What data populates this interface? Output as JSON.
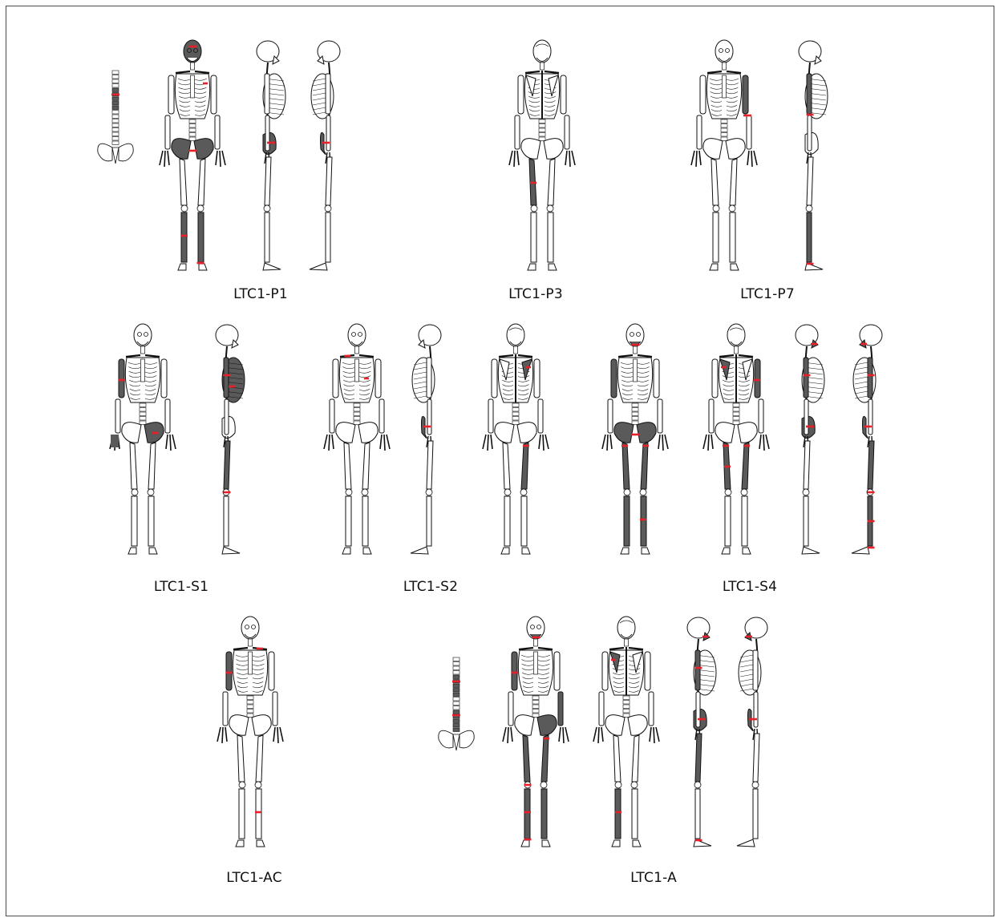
{
  "figure": {
    "colors": {
      "bone_fill": "#ffffff",
      "bone_stroke": "#111111",
      "preserved_fill": "#5a5a5a",
      "cut_mark": "#e8202a"
    },
    "individuals": [
      {
        "label": "LTC1-P1",
        "views": [
          {
            "kind": "spine",
            "preserved": [
              "t-mid"
            ],
            "marks": [
              "t-mid"
            ]
          },
          {
            "kind": "front",
            "preserved": [
              "skull",
              "pelvis-l",
              "pelvis-r",
              "tibia-l",
              "tibia-r"
            ],
            "marks": [
              "skull",
              "scapula-l",
              "pelvis",
              "tibia-r",
              "ankle-l"
            ]
          },
          {
            "kind": "side-r",
            "preserved": [
              "pelvis"
            ],
            "marks": [
              "pelvis"
            ]
          },
          {
            "kind": "side-l",
            "preserved": [
              "pelvis"
            ],
            "marks": [
              "pelvis"
            ]
          }
        ]
      },
      {
        "label": "LTC1-P3",
        "views": [
          {
            "kind": "back",
            "preserved": [
              "femur-r"
            ],
            "marks": [
              "femur-r"
            ]
          }
        ]
      },
      {
        "label": "LTC1-P7",
        "views": [
          {
            "kind": "front",
            "preserved": [
              "humerus-l"
            ],
            "marks": [
              "elbow-l"
            ]
          },
          {
            "kind": "side-r",
            "preserved": [
              "humerus",
              "tibia"
            ],
            "marks": [
              "elbow",
              "ankle"
            ]
          }
        ]
      },
      {
        "label": "LTC1-S1",
        "views": [
          {
            "kind": "front",
            "preserved": [
              "humerus-r",
              "hand-r",
              "pelvis-l"
            ],
            "marks": [
              "humerus-r",
              "pelvis-l"
            ]
          },
          {
            "kind": "side-r",
            "preserved": [
              "humerus",
              "ribs-front",
              "femur"
            ],
            "marks": [
              "humerus",
              "ribs",
              "knee"
            ]
          }
        ]
      },
      {
        "label": "LTC1-S2",
        "views": [
          {
            "kind": "front",
            "preserved": [],
            "marks": [
              "clavicle-r",
              "ribs-l"
            ]
          },
          {
            "kind": "side-l",
            "preserved": [
              "pelvis"
            ],
            "marks": [
              "pelvis"
            ]
          },
          {
            "kind": "back",
            "preserved": [
              "scapula-l",
              "femur-l"
            ],
            "marks": [
              "scapula-l",
              "hip-l"
            ]
          }
        ]
      },
      {
        "label": "LTC1-S4",
        "views": [
          {
            "kind": "front",
            "preserved": [
              "mandible",
              "humerus-r",
              "pelvis-l",
              "pelvis-r",
              "femur-l",
              "femur-r",
              "tibia-l",
              "tibia-r"
            ],
            "marks": [
              "mandible",
              "pelvis",
              "hip-l",
              "hip-r",
              "tibia-l"
            ]
          },
          {
            "kind": "back",
            "preserved": [
              "scapula-r",
              "humerus-l",
              "femur-l",
              "femur-r"
            ],
            "marks": [
              "scapula-r",
              "humerus-l",
              "hip-l",
              "hip-r",
              "femur-r"
            ]
          },
          {
            "kind": "side-r",
            "preserved": [
              "mandible",
              "humerus",
              "pelvis"
            ],
            "marks": [
              "mandible",
              "humerus",
              "pelvis"
            ]
          },
          {
            "kind": "side-l",
            "preserved": [
              "mandible",
              "humerus",
              "pelvis",
              "femur",
              "tibia"
            ],
            "marks": [
              "mandible",
              "humerus",
              "pelvis",
              "knee",
              "tibia",
              "ankle"
            ]
          }
        ]
      },
      {
        "label": "LTC1-AC",
        "views": [
          {
            "kind": "front",
            "preserved": [
              "humerus-r"
            ],
            "marks": [
              "humerus-r",
              "clavicle-l",
              "tibia-l"
            ]
          }
        ]
      },
      {
        "label": "LTC1-A",
        "views": [
          {
            "kind": "spine",
            "preserved": [
              "t-mid",
              "lumbar"
            ],
            "marks": [
              "t-mid",
              "lumbar"
            ]
          },
          {
            "kind": "front",
            "preserved": [
              "mandible",
              "humerus-r",
              "pelvis-l",
              "femur-l",
              "femur-r",
              "tibia-l",
              "tibia-r",
              "radius-l"
            ],
            "marks": [
              "mandible",
              "humerus-r",
              "hip-l",
              "knee-r",
              "tibia-r",
              "ankle-r"
            ]
          },
          {
            "kind": "back",
            "preserved": [
              "scapula-r",
              "tibia-r"
            ],
            "marks": [
              "scapula-r",
              "tibia-r"
            ]
          },
          {
            "kind": "side-r",
            "preserved": [
              "mandible",
              "humerus",
              "femur",
              "pelvis"
            ],
            "marks": [
              "mandible",
              "humerus",
              "pelvis",
              "ankle"
            ]
          },
          {
            "kind": "side-l",
            "preserved": [
              "mandible",
              "pelvis"
            ],
            "marks": [
              "mandible",
              "pelvis"
            ]
          }
        ]
      }
    ]
  }
}
